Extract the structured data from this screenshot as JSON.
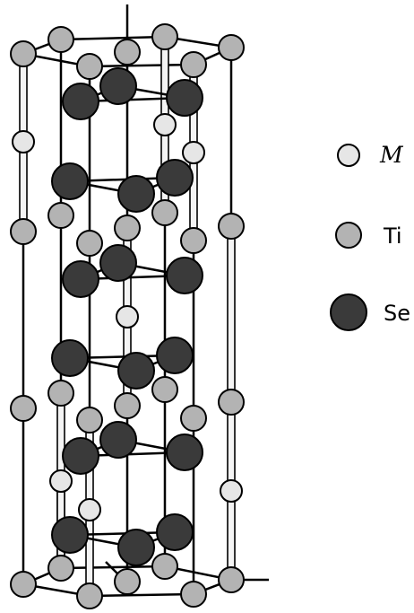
{
  "legend": [
    {
      "label": "M",
      "species": "intercalant",
      "color": "#e6e6e6",
      "italic": true
    },
    {
      "label": "Ti",
      "species": "titanium",
      "color": "#b3b3b3",
      "italic": false
    },
    {
      "label": "Se",
      "species": "selenium",
      "color": "#3a3a3a",
      "italic": false
    }
  ],
  "colors": {
    "line": "#000000",
    "intercalant": "#e6e6e6",
    "titanium": "#b3b3b3",
    "selenium": "#3a3a3a"
  }
}
